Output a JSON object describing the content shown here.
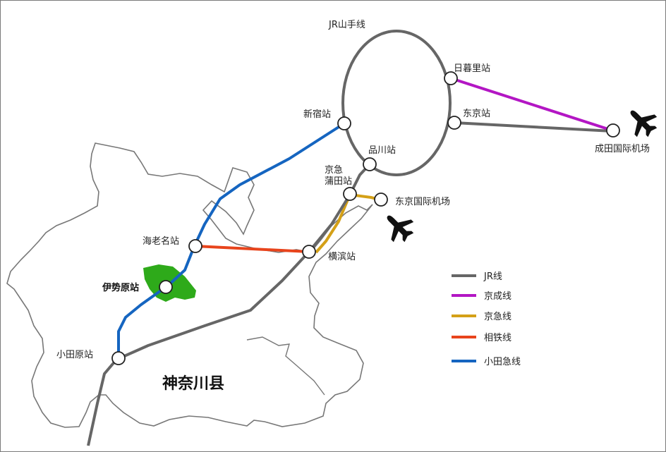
{
  "map": {
    "region_label": "神奈川县",
    "stations": {
      "yamanote": "JR山手线",
      "nippori": "日暮里站",
      "tokyo": "东京站",
      "narita": "成田国际机场",
      "shinjuku": "新宿站",
      "shinagawa": "品川站",
      "keikyu_kamata_1": "京急",
      "keikyu_kamata_2": "蒲田站",
      "haneda": "东京国际机场",
      "ebina": "海老名站",
      "yokohama": "横滨站",
      "isehara": "伊势原站",
      "odawara": "小田原站"
    },
    "colors": {
      "jr": "#666666",
      "keisei": "#b316c4",
      "keikyu": "#d4a017",
      "sotetsu": "#e8441c",
      "odakyu": "#1565c0",
      "isehara_area": "#2eaa1a",
      "coast": "#777777"
    },
    "icons": [
      "airplane-icon-narita",
      "airplane-icon-haneda"
    ]
  },
  "legend": [
    {
      "label": "JR线",
      "color": "#666666"
    },
    {
      "label": "京成线",
      "color": "#b316c4"
    },
    {
      "label": "京急线",
      "color": "#d4a017"
    },
    {
      "label": "相铁线",
      "color": "#e8441c"
    },
    {
      "label": "小田急线",
      "color": "#1565c0"
    }
  ]
}
